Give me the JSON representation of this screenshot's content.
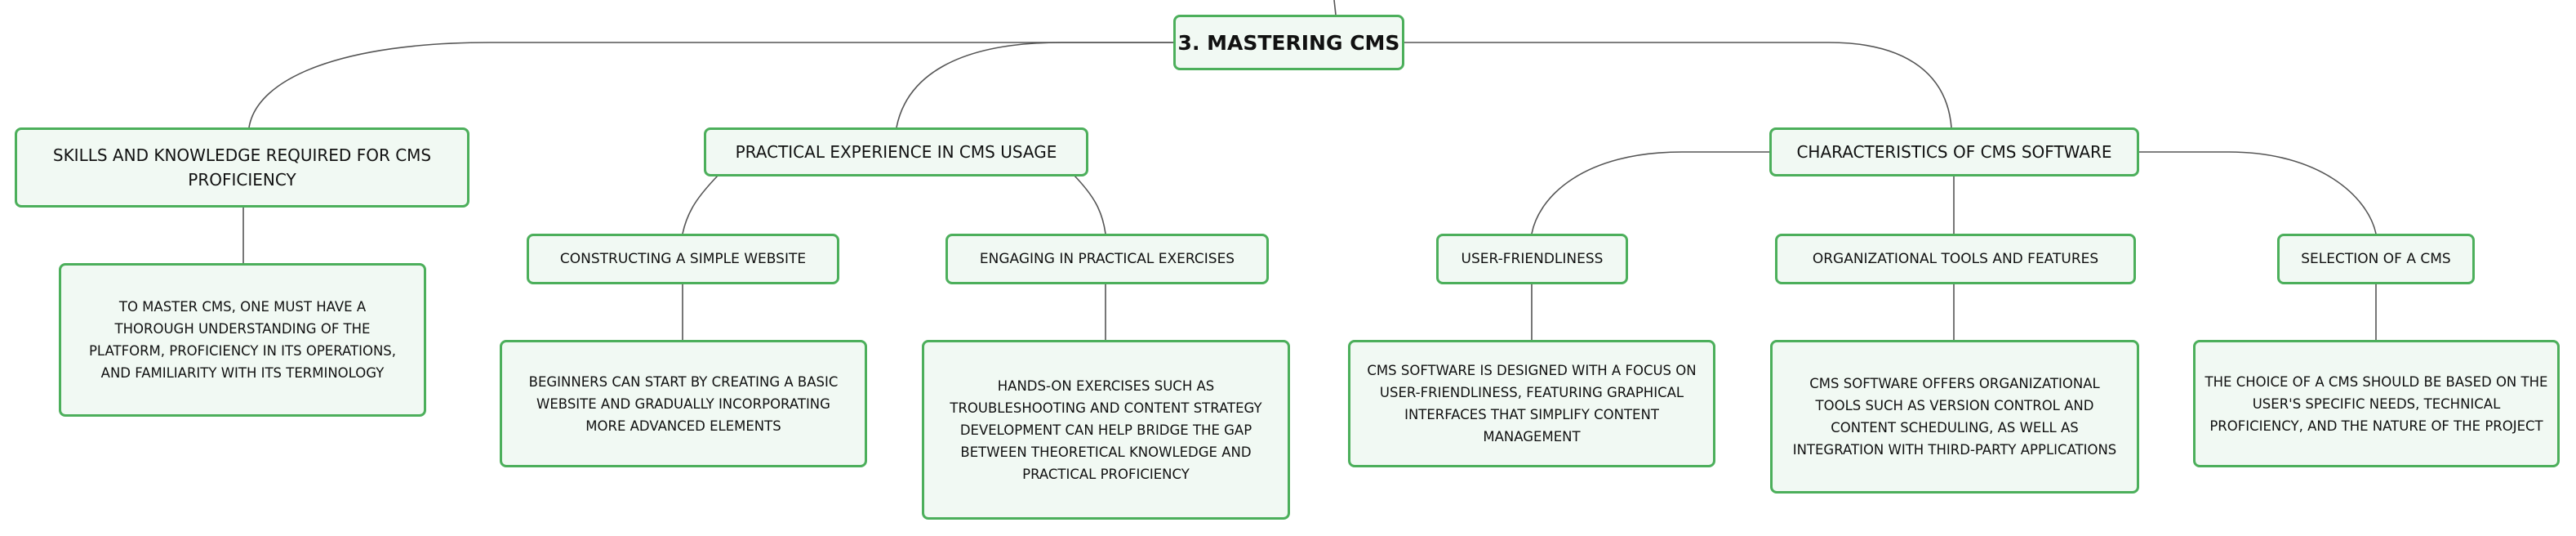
{
  "root": {
    "title": "3. MASTERING CMS"
  },
  "branches": [
    {
      "title": "SKILLS AND KNOWLEDGE REQUIRED FOR CMS PROFICIENCY",
      "detail": "TO MASTER CMS, ONE MUST HAVE A THOROUGH UNDERSTANDING OF THE PLATFORM, PROFICIENCY IN ITS OPERATIONS, AND FAMILIARITY WITH ITS TERMINOLOGY"
    },
    {
      "title": "PRACTICAL EXPERIENCE IN CMS USAGE",
      "children": [
        {
          "title": "CONSTRUCTING A SIMPLE WEBSITE",
          "detail": "BEGINNERS CAN START BY CREATING A BASIC WEBSITE AND GRADUALLY INCORPORATING MORE ADVANCED ELEMENTS"
        },
        {
          "title": "ENGAGING IN PRACTICAL EXERCISES",
          "detail": "HANDS-ON EXERCISES SUCH AS TROUBLESHOOTING AND CONTENT STRATEGY DEVELOPMENT CAN HELP BRIDGE THE GAP BETWEEN THEORETICAL KNOWLEDGE AND PRACTICAL PROFICIENCY"
        }
      ]
    },
    {
      "title": "CHARACTERISTICS OF CMS SOFTWARE",
      "children": [
        {
          "title": "USER-FRIENDLINESS",
          "detail": "CMS SOFTWARE IS DESIGNED WITH A FOCUS ON USER-FRIENDLINESS, FEATURING GRAPHICAL INTERFACES THAT SIMPLIFY CONTENT MANAGEMENT"
        },
        {
          "title": "ORGANIZATIONAL TOOLS AND FEATURES",
          "detail": "CMS SOFTWARE OFFERS ORGANIZATIONAL TOOLS SUCH AS VERSION CONTROL AND CONTENT SCHEDULING, AS WELL AS INTEGRATION WITH THIRD-PARTY APPLICATIONS"
        },
        {
          "title": "SELECTION OF A CMS",
          "detail": "THE CHOICE OF A CMS SHOULD BE BASED ON THE USER'S SPECIFIC NEEDS, TECHNICAL PROFICIENCY, AND THE NATURE OF THE PROJECT"
        }
      ]
    }
  ],
  "colors": {
    "node_border": "#4caf5b",
    "node_fill": "#f1f9f3",
    "connector": "#555555",
    "text": "#111111"
  }
}
